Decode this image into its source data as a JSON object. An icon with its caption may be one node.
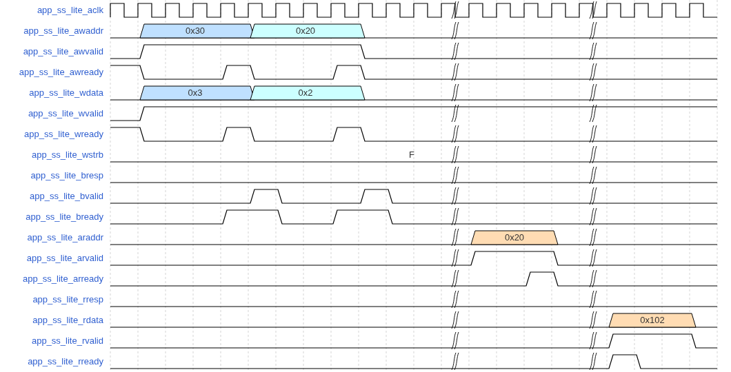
{
  "diagram": {
    "labels": [
      "app_ss_lite_aclk",
      "app_ss_lite_awaddr",
      "0x30",
      "0x20",
      "app_ss_lite_awvalid",
      "app_ss_lite_awready",
      "app_ss_lite_wdata",
      "0x3",
      "0x2",
      "app_ss_lite_wvalid",
      "app_ss_lite_wready",
      "app_ss_lite_wstrb",
      "F",
      "app_ss_lite_bresp",
      "app_ss_lite_bvalid",
      "app_ss_lite_bready",
      "app_ss_lite_araddr",
      "0x20",
      "app_ss_lite_arvalid",
      "app_ss_lite_arready",
      "app_ss_lite_rresp",
      "app_ss_lite_rdata",
      "0x102",
      "app_ss_lite_rvalid",
      "app_ss_lite_rready"
    ]
  }
}
